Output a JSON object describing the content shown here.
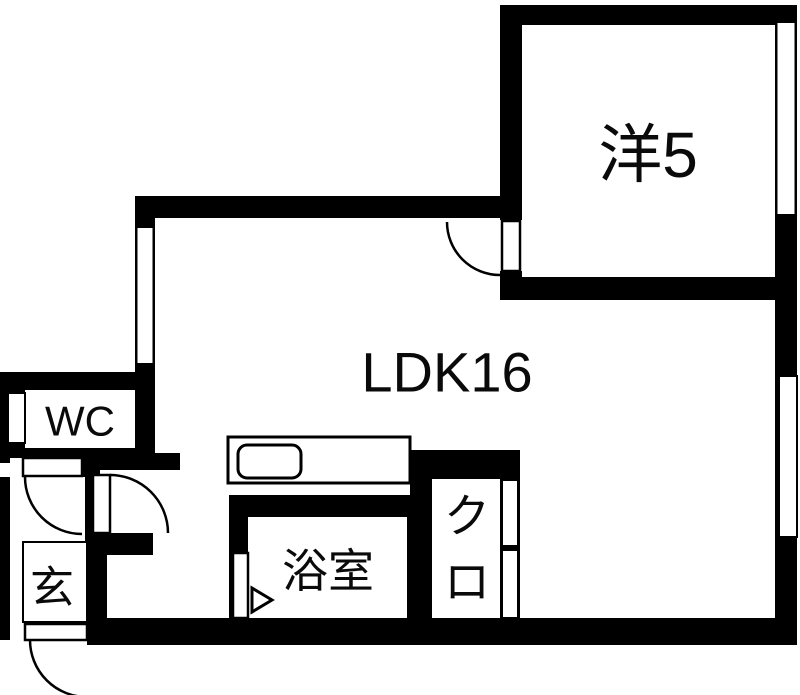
{
  "plan": {
    "type": "japanese-apartment-floorplan",
    "background_color": "#ffffff",
    "wall_color": "#000000",
    "rooms": [
      {
        "id": "western-room",
        "label": "洋5"
      },
      {
        "id": "ldk",
        "label": "LDK16"
      },
      {
        "id": "wc",
        "label": "WC"
      },
      {
        "id": "entrance",
        "label": "玄"
      },
      {
        "id": "bathroom",
        "label": "浴室"
      },
      {
        "id": "closet",
        "label_char_top": "ク",
        "label_char_bottom": "ロ"
      }
    ],
    "fixtures": [
      "swing-door-arc-western-room",
      "swing-door-arc-wc",
      "swing-door-arc-ldk-hall",
      "swing-door-arc-entrance",
      "sliding-closet-doors",
      "kitchen-counter",
      "kitchen-sink",
      "window-western-room-right",
      "window-ldk-left",
      "window-ldk-right",
      "window-wc-left",
      "bathroom-entry-triangle-marker"
    ]
  }
}
